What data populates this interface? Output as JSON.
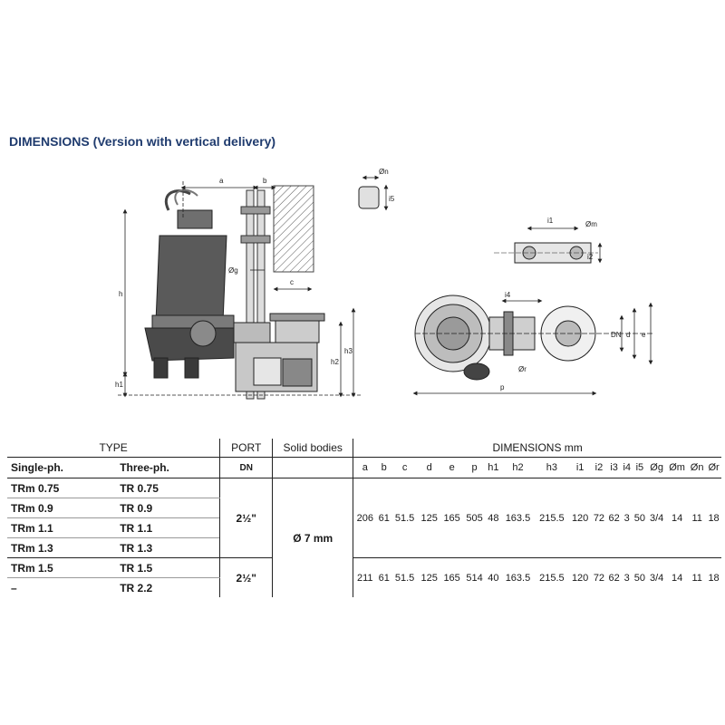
{
  "title": "DIMENSIONS (Version with vertical delivery)",
  "drawing_labels": {
    "a": "a",
    "b": "b",
    "c": "c",
    "h": "h",
    "h1": "h1",
    "h2": "h2",
    "h3": "h3",
    "g": "Øg",
    "n": "Øn",
    "i5": "i5",
    "i1": "i1",
    "m": "Øm",
    "i2": "i2",
    "i4": "i4",
    "DN": "DN",
    "d": "d",
    "e": "e",
    "r": "Ør",
    "p": "p"
  },
  "table": {
    "header": {
      "type": "TYPE",
      "port": "PORT",
      "solid": "Solid bodies",
      "dimensions": "DIMENSIONS mm"
    },
    "subheader": {
      "single": "Single-ph.",
      "three": "Three-ph.",
      "dn": "DN"
    },
    "columns": [
      "a",
      "b",
      "c",
      "d",
      "e",
      "p",
      "h1",
      "h2",
      "h3",
      "i1",
      "i2",
      "i3",
      "i4",
      "i5",
      "Øg",
      "Øm",
      "Øn",
      "Ør"
    ],
    "groups": [
      {
        "models": [
          [
            "TRm 0.75",
            "TR 0.75"
          ],
          [
            "TRm 0.9",
            "TR 0.9"
          ],
          [
            "TRm 1.1",
            "TR 1.1"
          ],
          [
            "TRm 1.3",
            "TR 1.3"
          ]
        ],
        "port": "2½\"",
        "values": [
          "206",
          "61",
          "51.5",
          "125",
          "165",
          "505",
          "48",
          "163.5",
          "215.5",
          "120",
          "72",
          "62",
          "3",
          "50",
          "3/4",
          "14",
          "11",
          "18"
        ]
      },
      {
        "models": [
          [
            "TRm 1.5",
            "TR 1.5"
          ],
          [
            "–",
            "TR 2.2"
          ]
        ],
        "port": "2½\"",
        "values": [
          "211",
          "61",
          "51.5",
          "125",
          "165",
          "514",
          "40",
          "163.5",
          "215.5",
          "120",
          "72",
          "62",
          "3",
          "50",
          "3/4",
          "14",
          "11",
          "18"
        ]
      }
    ],
    "solid_value": "Ø 7 mm"
  }
}
